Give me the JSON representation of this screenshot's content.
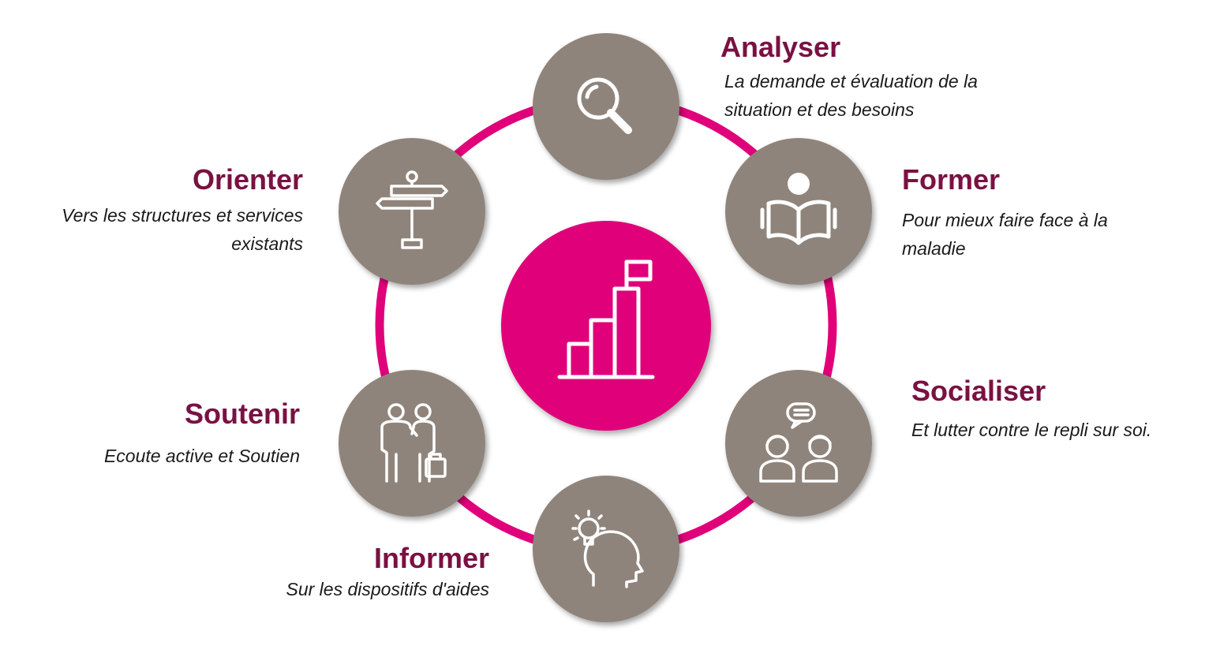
{
  "colors": {
    "ring": "#e0007a",
    "center": "#e0007a",
    "node": "#8f847b",
    "title": "#7a1142",
    "desc": "#1a1a1a"
  },
  "center": {
    "icon": "bar-chart-flag-icon"
  },
  "steps": [
    {
      "title": "Analyser",
      "desc": "La demande et évaluation de la\nsituation et des besoins",
      "icon": "magnifier-icon"
    },
    {
      "title": "Former",
      "desc": "Pour mieux faire face à la\nmaladie",
      "icon": "reader-book-icon"
    },
    {
      "title": "Socialiser",
      "desc": "Et lutter contre le repli sur soi.",
      "icon": "people-chat-icon"
    },
    {
      "title": "Informer",
      "desc": "Sur les dispositifs d'aides",
      "icon": "head-lightbulb-icon"
    },
    {
      "title": "Soutenir",
      "desc": "Ecoute active et Soutien",
      "icon": "support-people-icon"
    },
    {
      "title": "Orienter",
      "desc": "Vers les structures et services\nexistants",
      "icon": "signpost-icon"
    }
  ]
}
